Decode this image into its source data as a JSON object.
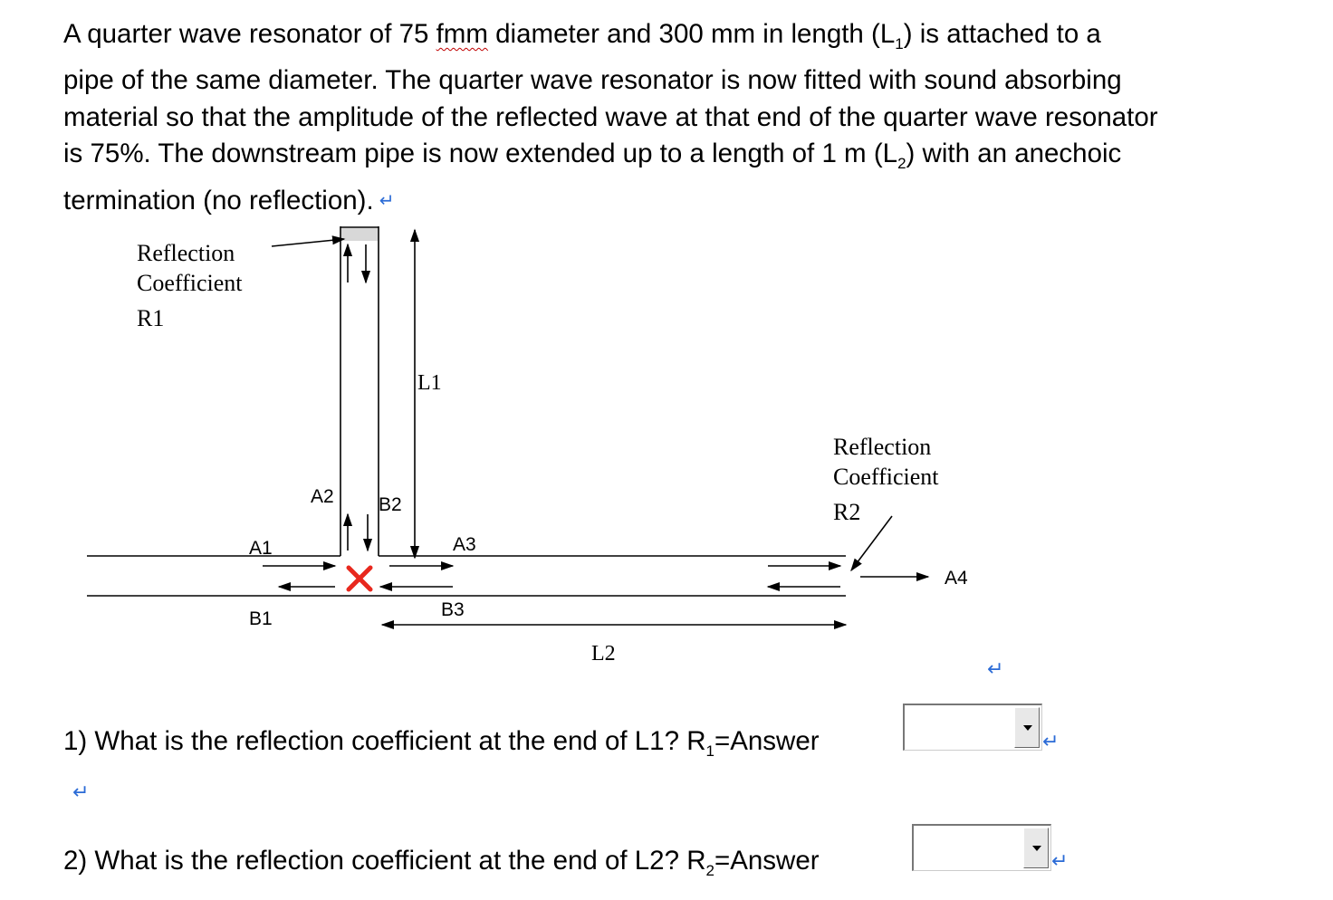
{
  "problem": {
    "line1_a": "A quarter wave resonator of 75 ",
    "line1_typo": "fmm",
    "line1_b": " diameter and 300 mm in length (L",
    "line1_sub": "1",
    "line1_c": ") is attached to a",
    "line2": "pipe of the same diameter.  The quarter wave resonator is now fitted with sound absorbing",
    "line3": "material so that the amplitude of the reflected wave at that end of the quarter wave resonator",
    "line4_a": "is 75%. The downstream pipe is now extended up to a length of 1 m (L",
    "line4_sub": "2",
    "line4_b": ") with an anechoic",
    "line5": "termination (no reflection).",
    "return_mark": "↵"
  },
  "diagram": {
    "r1_label": [
      "Reflection",
      "Coefficient",
      "R1"
    ],
    "r2_label": [
      "Reflection",
      "Coefficient",
      "R2"
    ],
    "l1": "L1",
    "l2": "L2",
    "a1": "A1",
    "b1": "B1",
    "a2": "A2",
    "b2": "B2",
    "a3": "A3",
    "b3": "B3",
    "a4": "A4",
    "junction_color": "#e8281e"
  },
  "questions": [
    {
      "prefix": "1) What is the reflection coefficient at the end of L1? R",
      "sub": "1",
      "suffix": "=Answer",
      "answer": ""
    },
    {
      "prefix": "2) What is the reflection coefficient at the end of L2?  R",
      "sub": "2",
      "suffix": "=Answer",
      "answer": ""
    }
  ],
  "return_mark": "↵",
  "colors": {
    "return_mark": "#2b6bd6",
    "spell_underline": "#c00000"
  }
}
